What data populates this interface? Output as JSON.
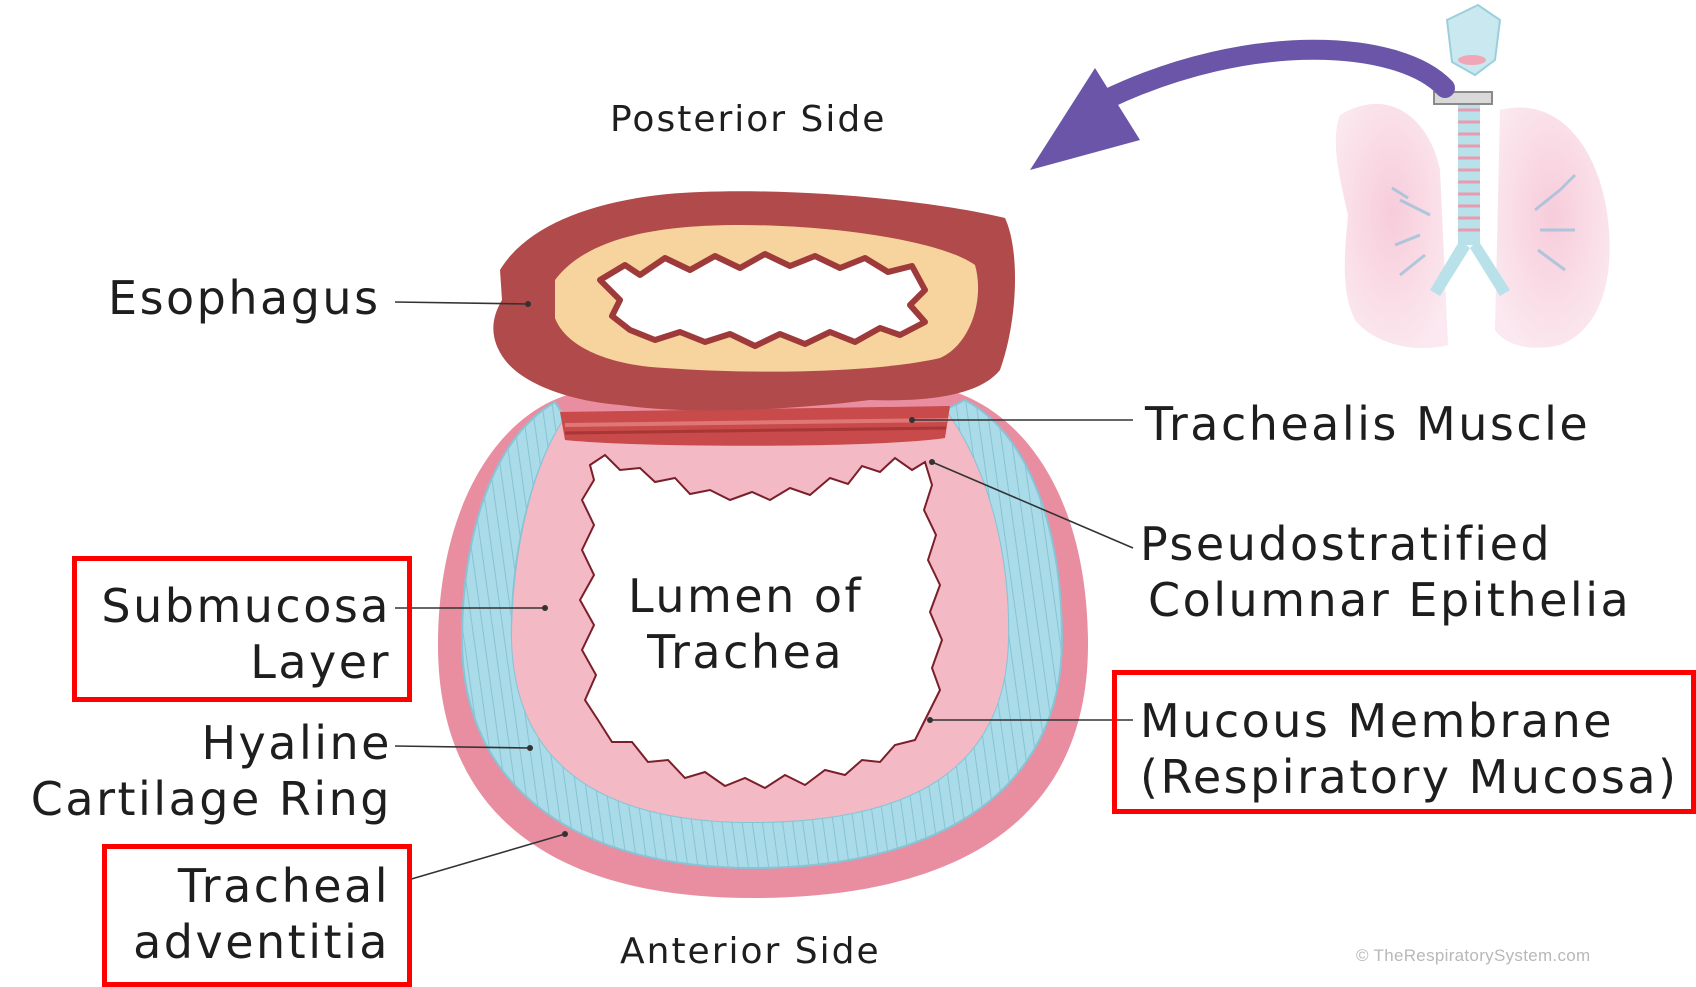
{
  "labels": {
    "posterior": "Posterior Side",
    "anterior": "Anterior Side",
    "esophagus": "Esophagus",
    "trachealis": "Trachealis Muscle",
    "pseudostratified": [
      "Pseudostratified",
      "Columnar Epithelia"
    ],
    "lumen": [
      "Lumen of",
      "Trachea"
    ],
    "submucosa": [
      "Submucosa",
      "Layer"
    ],
    "hyaline": [
      "Hyaline",
      "Cartilage Ring"
    ],
    "adventitia": [
      "Tracheal",
      "adventitia"
    ],
    "mucous": [
      "Mucous Membrane",
      "(Respiratory Mucosa)"
    ]
  },
  "highlighted": [
    "Submucosa Layer",
    "Tracheal adventitia",
    "Mucous Membrane (Respiratory Mucosa)"
  ],
  "watermark": "© TheRespiratorySystem.com",
  "colors": {
    "highlight": "#ff0000",
    "arrow": "#6a55a8",
    "cartilage": "#a9dbe8",
    "outer_tissue": "#e98ea0",
    "esophagus": "#b14a4a",
    "lumen": "#ffffff",
    "label_text": "#1e1e1e"
  }
}
